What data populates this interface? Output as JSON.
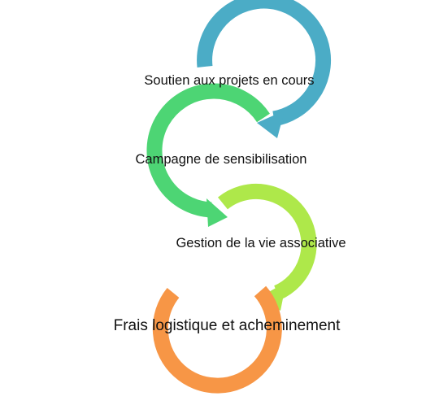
{
  "steps": [
    {
      "label": "Soutien aux projets en cours",
      "color": "#4BACC6"
    },
    {
      "label": "Campagne de sensibilisation",
      "color": "#4DD574"
    },
    {
      "label": "Gestion de la vie associative",
      "color": "#AEE84A"
    },
    {
      "label": "Frais logistique et acheminement",
      "color": "#F79646"
    }
  ]
}
